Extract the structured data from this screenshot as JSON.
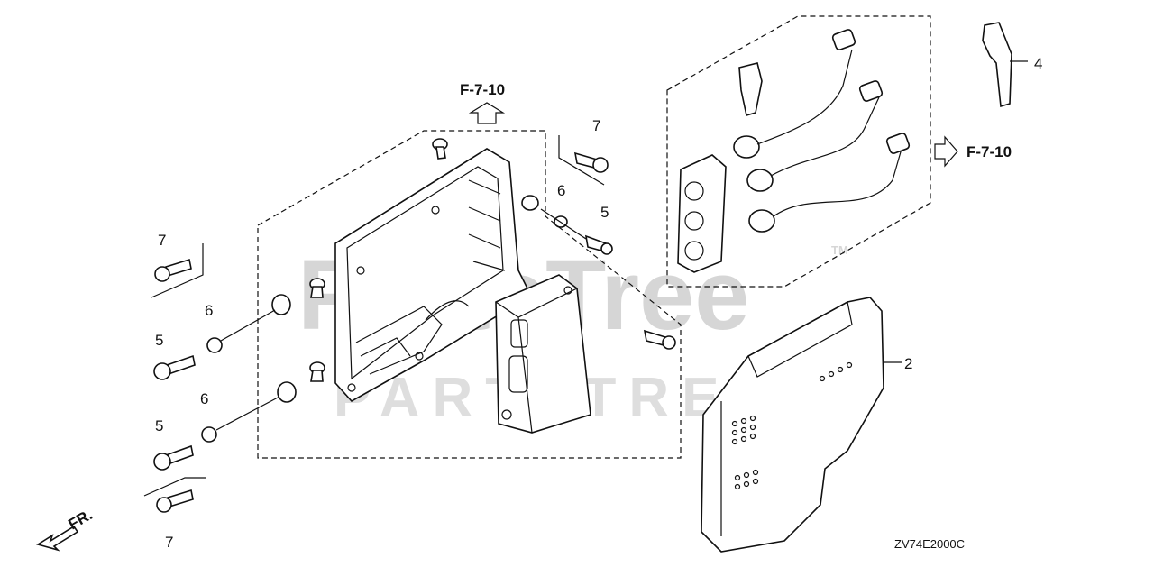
{
  "watermark": {
    "brand": "PartsTree",
    "tm": "TM",
    "subtitle": "PARTSTREE"
  },
  "references": {
    "top": "F-7-10",
    "right": "F-7-10"
  },
  "callouts": {
    "top_bolt": "7",
    "top_washer": "6",
    "top_screw": "5",
    "left_bolt_upper": "7",
    "left_washer_upper": "6",
    "left_screw_upper": "5",
    "left_washer_lower": "6",
    "left_screw_lower": "5",
    "left_bolt_lower": "7",
    "clip": "4",
    "cover": "2"
  },
  "front_marker": "FR.",
  "diagram_code": "ZV74E2000C",
  "icons": [
    "up-arrow-icon",
    "right-arrow-icon",
    "front-arrow-icon"
  ]
}
